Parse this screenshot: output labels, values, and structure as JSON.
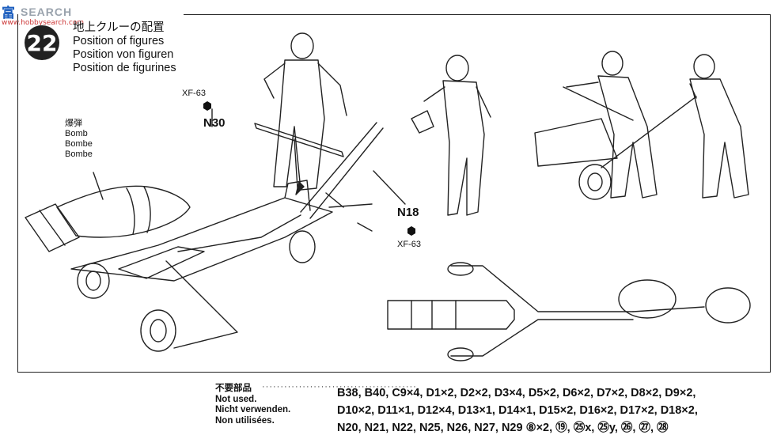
{
  "watermark": {
    "logo": "富",
    "text": "SEARCH",
    "url": "www.hobbysearch.com"
  },
  "step": {
    "number": "22"
  },
  "titles": {
    "jp": "地上クルーの配置",
    "en": "Position of figures",
    "de": "Position von figuren",
    "fr": "Position de figurines"
  },
  "callouts": {
    "xf63_top": "XF-63",
    "n30": "N30",
    "n18": "N18",
    "xf63_bottom": "XF-63"
  },
  "bomb": {
    "jp": "爆弾",
    "en": "Bomb",
    "de": "Bombe",
    "fr": "Bombe"
  },
  "not_used": {
    "jp": "不要部品",
    "en": "Not used.",
    "de": "Nicht verwenden.",
    "fr": "Non utilisées.",
    "dots": "··········································",
    "lines": [
      "B38, B40, C9×4, D1×2, D2×2, D3×4, D5×2, D6×2, D7×2, D8×2, D9×2,",
      "D10×2, D11×1, D12×4, D13×1, D14×1, D15×2, D16×2, D17×2, D18×2,",
      "N20, N21, N22, N25, N26, N27, N29   ⑧×2, ⑲, ㉕x, ㉕y, ㉖, ㉗, ㉘"
    ]
  },
  "colors": {
    "ink": "#111111",
    "badge": "#222222",
    "watermark_blue": "#1d5fbf"
  }
}
